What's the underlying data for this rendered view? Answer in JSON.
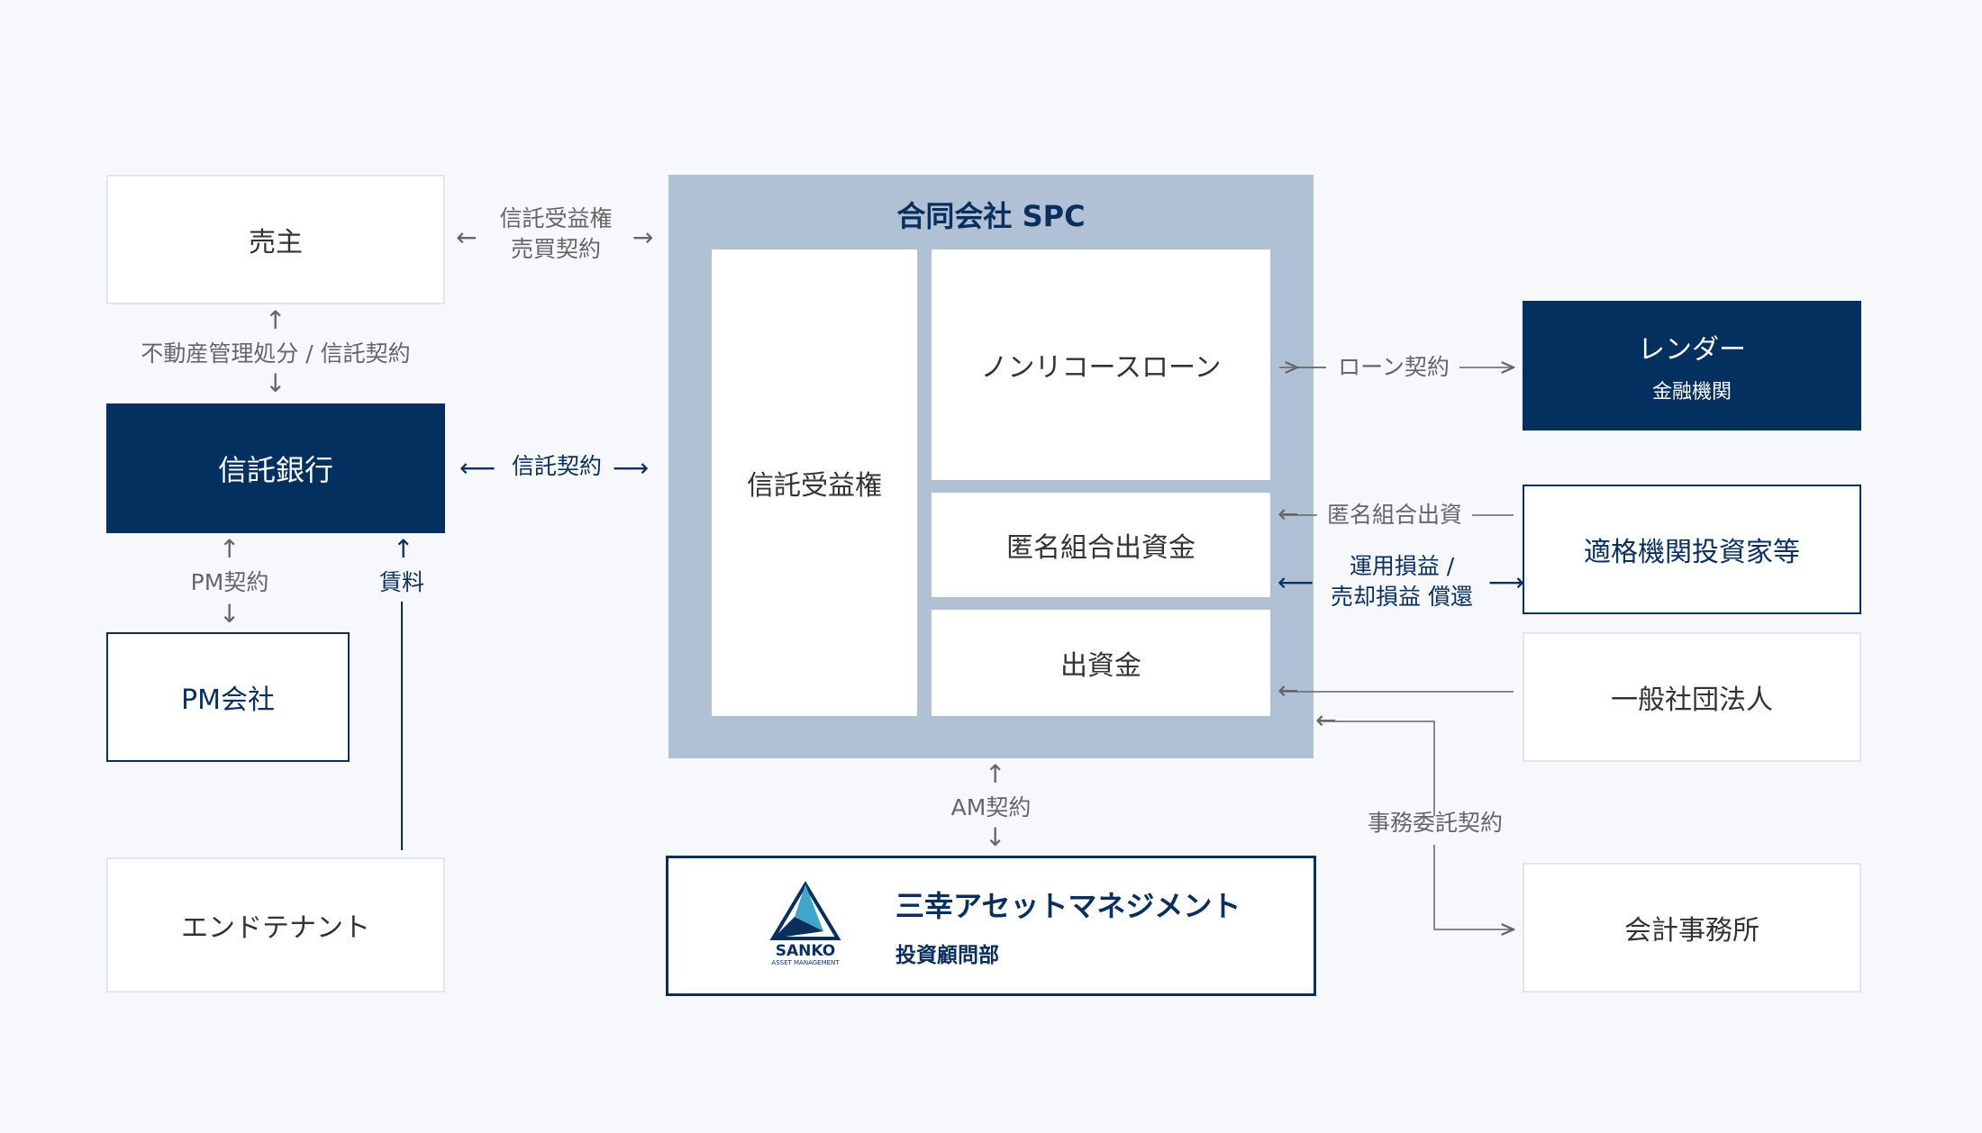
{
  "seller": "売主",
  "trust_bank": "信託銀行",
  "pm_company": "PM会社",
  "end_tenant": "エンドテナント",
  "spc": {
    "title": "合同会社 SPC",
    "trust_beneficiary": "信託受益権",
    "nonrecourse": "ノンリコースローン",
    "tk_investment": "匿名組合出資金",
    "capital": "出資金"
  },
  "lender": {
    "title": "レンダー",
    "sub": "金融機関"
  },
  "qualified_investors": "適格機関投資家等",
  "general_association": "一般社団法人",
  "accounting_firm": "会計事務所",
  "asset_manager": {
    "name": "三幸アセットマネジメント",
    "dept": "投資顧問部",
    "logo_text": "SANKO",
    "logo_sub": "ASSET MANAGEMENT"
  },
  "labels": {
    "trust_sale_1": "信託受益権",
    "trust_sale_2": "売買契約",
    "disposition": "不動産管理処分 / 信託契約",
    "trust_contract": "信託契約",
    "pm_contract": "PM契約",
    "rent": "賃料",
    "loan_contract": "ローン契約",
    "tk_contribution": "匿名組合出資",
    "profit_1": "運用損益 /",
    "profit_2": "売却損益 償還",
    "am_contract": "AM契約",
    "admin_contract": "事務委託契約"
  },
  "colors": {
    "navy": "#04305f",
    "spc_bg": "#b0c1d6",
    "border": "#e2e5ec"
  }
}
